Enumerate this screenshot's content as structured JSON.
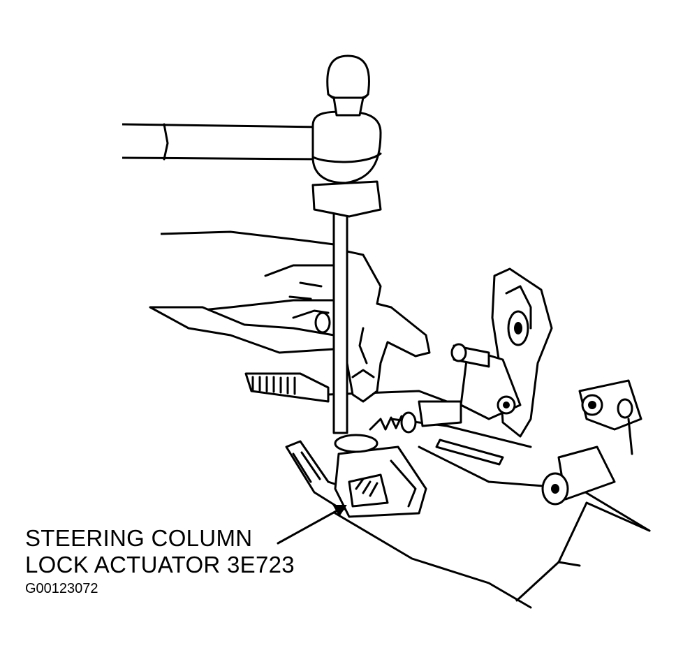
{
  "callout": {
    "line1": "STEERING COLUMN",
    "line2": "LOCK ACTUATOR 3E723"
  },
  "figure_id": "G00123072"
}
